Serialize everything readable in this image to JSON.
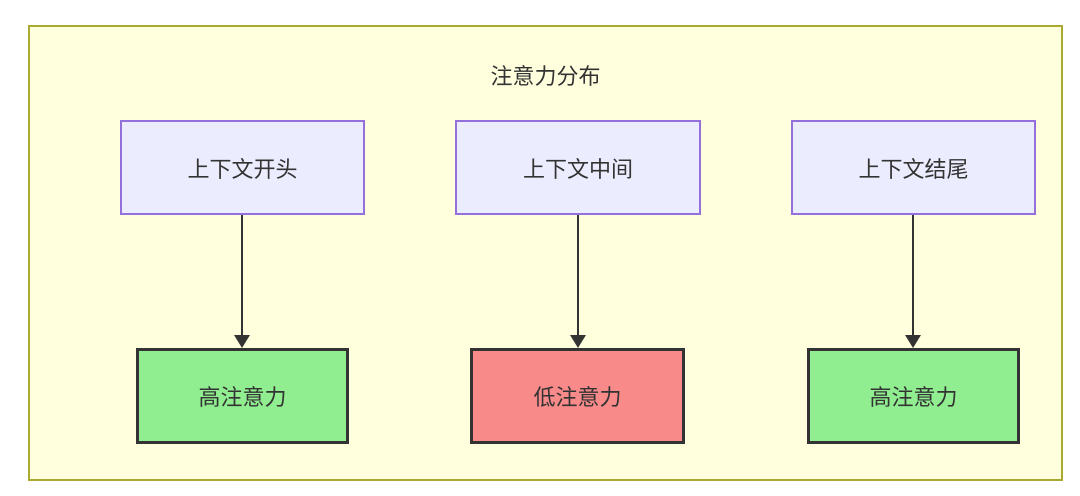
{
  "diagram": {
    "title": "注意力分布",
    "columns": [
      {
        "source": "上下文开头",
        "target": "高注意力",
        "level": "high"
      },
      {
        "source": "上下文中间",
        "target": "低注意力",
        "level": "low"
      },
      {
        "source": "上下文结尾",
        "target": "高注意力",
        "level": "high"
      }
    ],
    "colors": {
      "container_fill": "#FFFFDE",
      "container_border": "#AAAA33",
      "source_fill": "#ECECFF",
      "source_border": "#9370DB",
      "high_attention_fill": "#90EE90",
      "low_attention_fill": "#F98A8A",
      "target_border": "#333333",
      "arrow": "#333333",
      "text": "#333333"
    }
  }
}
